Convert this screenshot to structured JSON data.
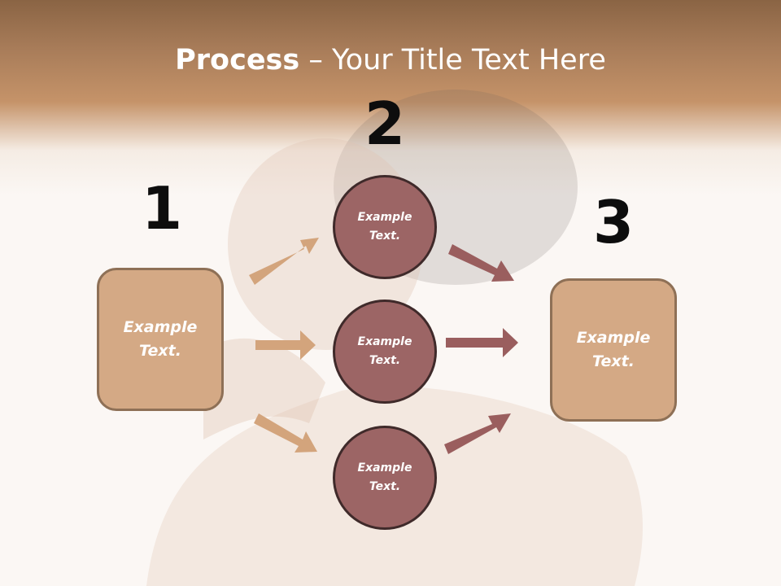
{
  "slide": {
    "title_bold": "Process",
    "title_rest": " – Your Title Text Here"
  },
  "steps": [
    {
      "number": "1",
      "text_line1": "Example",
      "text_line2": "Text."
    },
    {
      "number": "2"
    },
    {
      "number": "3",
      "text_line1": "Example",
      "text_line2": "Text."
    }
  ],
  "circles": [
    {
      "text_line1": "Example",
      "text_line2": "Text."
    },
    {
      "text_line1": "Example",
      "text_line2": "Text."
    },
    {
      "text_line1": "Example",
      "text_line2": "Text."
    }
  ],
  "colors": {
    "box_fill": "#d4a985",
    "box_border": "#8e7056",
    "circle_fill": "#9c6565",
    "circle_border": "#3f2a2a",
    "arrow_left": "#d3a47c",
    "arrow_right": "#9a5e5e"
  }
}
